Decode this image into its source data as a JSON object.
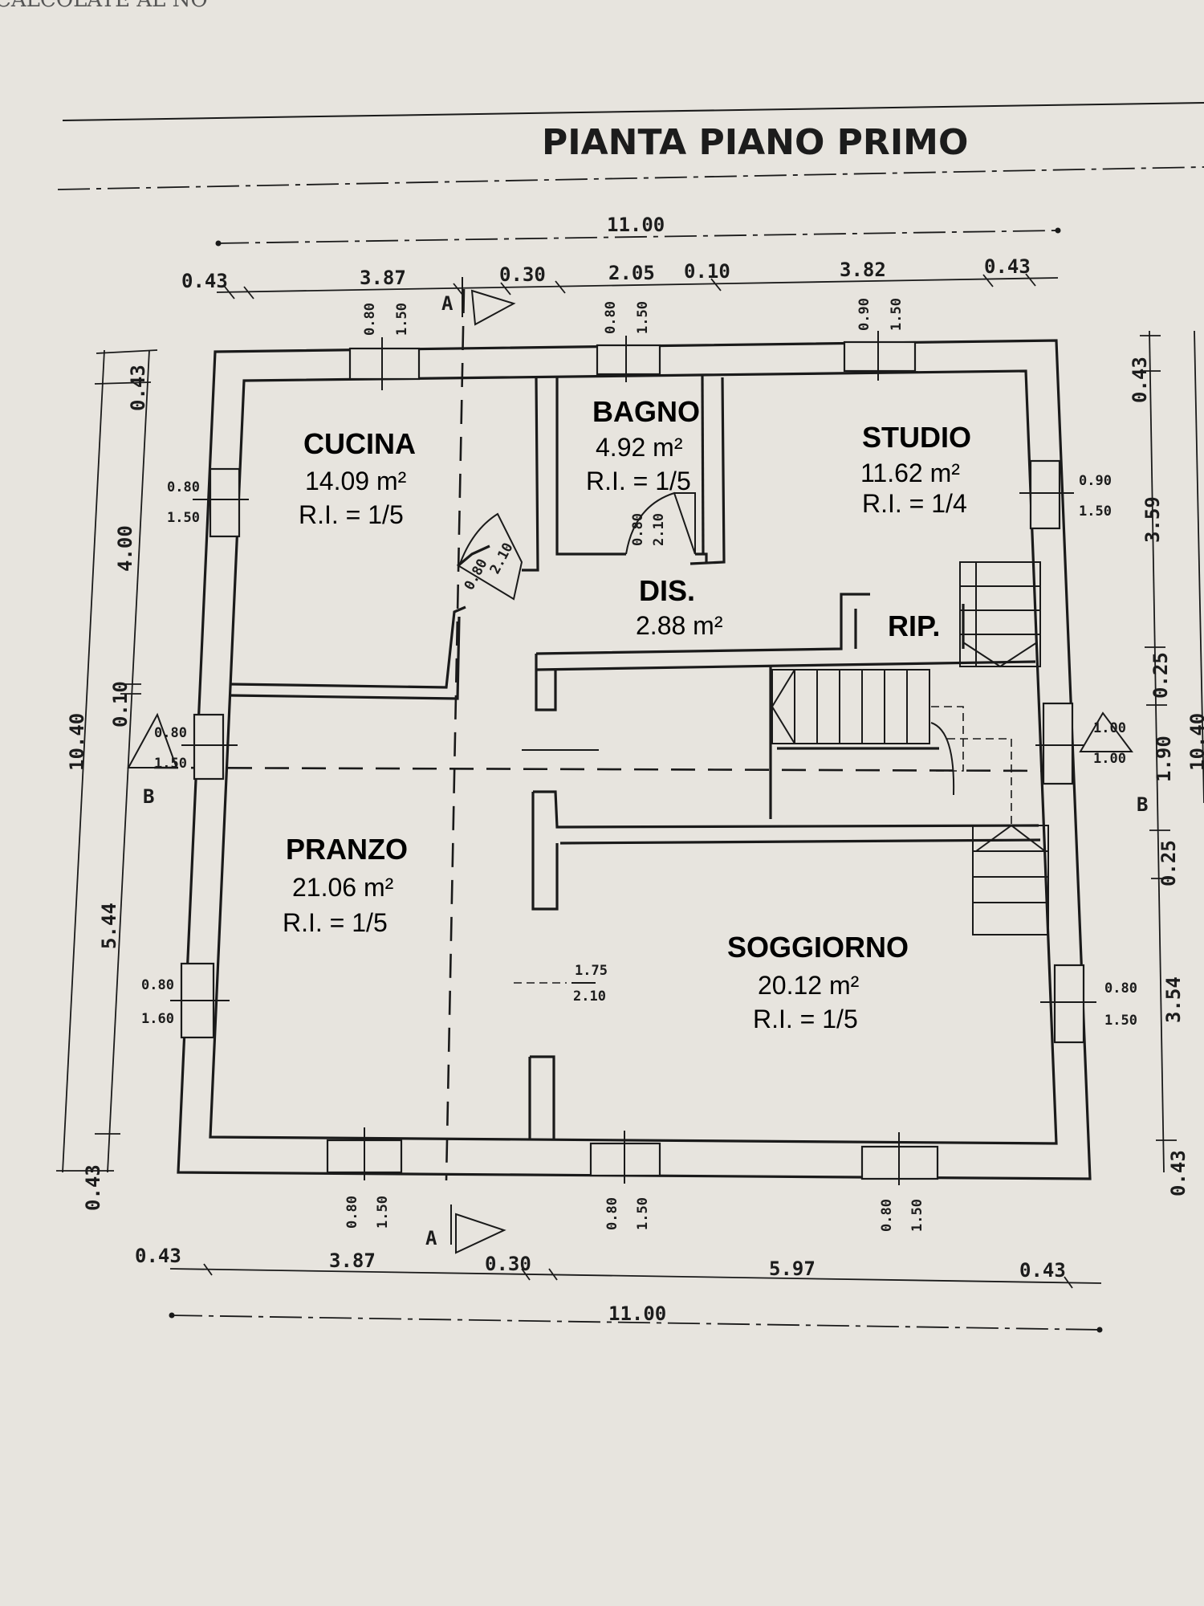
{
  "header": {
    "scrawl": "CALCOLATE AL NO",
    "title": "PIANTA PIANO PRIMO"
  },
  "rooms": [
    {
      "id": "cucina",
      "name": "CUCINA",
      "area": "14.09 m²",
      "ri": "R.I. = 1/5"
    },
    {
      "id": "bagno",
      "name": "BAGNO",
      "area": "4.92 m²",
      "ri": "R.I. = 1/5"
    },
    {
      "id": "studio",
      "name": "STUDIO",
      "area": "11.62 m²",
      "ri": "R.I. = 1/4"
    },
    {
      "id": "dis",
      "name": "DIS.",
      "area": "2.88 m²",
      "ri": ""
    },
    {
      "id": "rip",
      "name": "RIP.",
      "area": "",
      "ri": ""
    },
    {
      "id": "pranzo",
      "name": "PRANZO",
      "area": "21.06 m²",
      "ri": "R.I. = 1/5"
    },
    {
      "id": "soggiorno",
      "name": "SOGGIORNO",
      "area": "20.12 m²",
      "ri": "R.I. = 1/5"
    }
  ],
  "dimensions": {
    "top_total": "11.00",
    "top_segments": [
      "0.43",
      "3.87",
      "0.30",
      "2.05",
      "0.10",
      "3.82",
      "0.43"
    ],
    "bottom_segments": [
      "0.43",
      "3.87",
      "0.30",
      "5.97",
      "0.43"
    ],
    "bottom_total": "11.00",
    "left_total": "10.40",
    "left_segments": [
      "0.43",
      "4.00",
      "0.10",
      "5.44",
      "0.43"
    ],
    "right_segments": [
      "0.43",
      "3.59",
      "0.25",
      "1.90",
      "0.25",
      "3.54",
      "0.43"
    ],
    "right_total_partial": "10.40"
  },
  "openings": {
    "top_win_1": [
      "0.80",
      "1.50"
    ],
    "top_win_2": [
      "0.80",
      "1.50"
    ],
    "top_win_3": [
      "0.90",
      "1.50"
    ],
    "left_win_1": [
      "0.80",
      "1.50"
    ],
    "left_win_2": [
      "0.80",
      "1.50"
    ],
    "left_win_3": [
      "0.80",
      "1.60"
    ],
    "right_win_1": [
      "0.90",
      "1.50"
    ],
    "right_win_2": [
      "1.00",
      "1.00"
    ],
    "right_win_3": [
      "0.80",
      "1.50"
    ],
    "bottom_win_1": [
      "0.80",
      "1.50"
    ],
    "bottom_win_2": [
      "0.80",
      "1.50"
    ],
    "bottom_win_3": [
      "0.80",
      "1.50"
    ],
    "door_cucina": [
      "0.80",
      "2.10"
    ],
    "door_bagno": [
      "0.80",
      "2.10"
    ],
    "door_living": [
      "1.75",
      "2.10"
    ]
  },
  "sections": {
    "a_top": "A",
    "a_bottom": "A",
    "b_left": "B",
    "b_right": "B"
  }
}
